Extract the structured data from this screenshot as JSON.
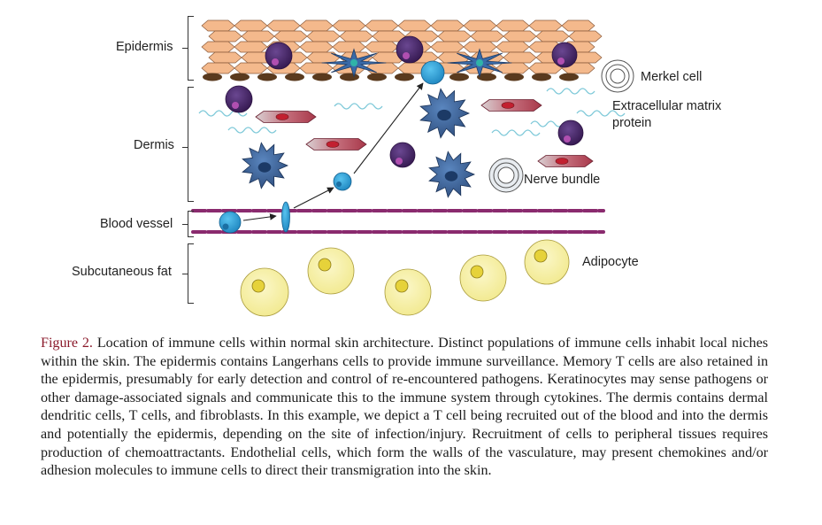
{
  "labels": {
    "epidermis": "Epidermis",
    "dermis": "Dermis",
    "blood_vessel": "Blood vessel",
    "subcutaneous_fat": "Subcutaneous fat",
    "merkel_cell": "Merkel cell",
    "ecm_line1": "Extracellular matrix",
    "ecm_line2": "protein",
    "nerve_bundle": "Nerve bundle",
    "adipocyte": "Adipocyte"
  },
  "caption": {
    "figure_label": "Figure 2.",
    "text": "Location of immune cells within normal skin architecture. Distinct populations of immune cells inhabit local niches within the skin. The epidermis contains Langerhans cells to provide immune surveillance. Memory T cells are also retained in the epidermis, presumably for early detection and control of re-encountered pathogens. Keratinocytes may sense pathogens or other damage-associated signals and communicate this to the immune system through cytokines. The dermis contains dermal dendritic cells, T cells, and fibroblasts. In this example, we depict a T cell being recruited out of the blood and into the dermis and potentially the epidermis, depending on the site of infection/injury. Recruitment of cells to peripheral tissues requires production of chemoattractants. Endothelial cells, which form the walls of the vasculature, may present chemokines and/or adhesion molecules to immune cells to direct their transmigration into the skin."
  },
  "colors": {
    "keratinocyte": "#f4b98c",
    "keratinocyte_edge": "#8a5a3a",
    "melanin": "#5a3a1e",
    "purple_cell": "#4b2a6b",
    "dendritic": "#3a5f95",
    "tcell": "#2fa3dc",
    "fibroblast": "#b04a5a",
    "ecm": "#7cc8d8",
    "vessel": "#8a2a6e",
    "adipocyte": "#f7f0a0",
    "adipocyte_nucleus": "#e6d23a",
    "caption_label": "#8b1a2b"
  }
}
